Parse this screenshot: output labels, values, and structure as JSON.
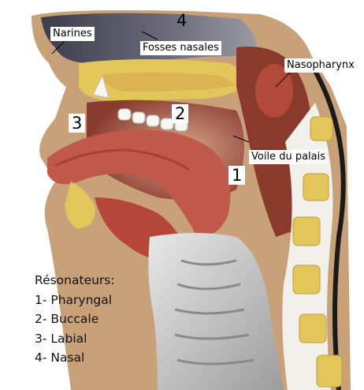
{
  "labels": {
    "narines": "Narines",
    "fosses_nasales": "Fosses nasales",
    "nasopharynx": "Nasopharynx",
    "voile_du_palais": "Voile du palais"
  },
  "numbers": {
    "n1": "1",
    "n2": "2",
    "n3": "3",
    "n4": "4"
  },
  "legend": {
    "title": "Résonateurs:",
    "items": [
      "1- Pharyngal",
      "2- Buccale",
      "3- Labial",
      "4- Nasal"
    ]
  },
  "colors": {
    "skin": "#c8a178",
    "nasal_cavity": "#4a4a5a",
    "muscle": "#a8463a",
    "tongue": "#c0594a",
    "bone": "#e2c65a",
    "spine_outline": "#1a1a1a",
    "throat": "#cfcfcf"
  }
}
